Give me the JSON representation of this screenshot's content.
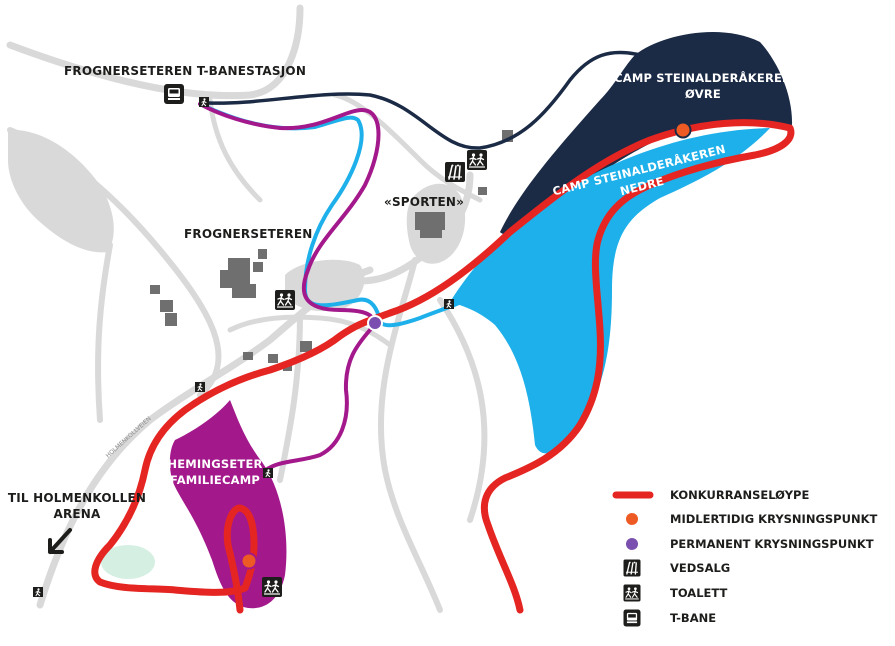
{
  "labels": {
    "station": "FROGNERSETEREN T-BANESTASJON",
    "frognerseteren": "FROGNERSETEREN",
    "sporten": "«SPORTEN»",
    "camp_ovre_line1": "CAMP STEINALDERÅKEREN",
    "camp_ovre_line2": "ØVRE",
    "camp_nedre_line1": "CAMP STEINALDERÅKEREN",
    "camp_nedre_line2": "NEDRE",
    "hemingseter_line1": "HEMINGSETER",
    "hemingseter_line2": "FAMILIECAMP",
    "holmenkollen_line1": "TIL HOLMENKOLLEN",
    "holmenkollen_line2": "ARENA",
    "road_name": "HOLMENKOLLVEIEN"
  },
  "legend": [
    {
      "symbol": "race-line",
      "label": "KONKURRANSELØYPE"
    },
    {
      "symbol": "orange-dot",
      "label": "MIDLERTIDIG KRYSNINGSPUNKT"
    },
    {
      "symbol": "purple-dot",
      "label": "PERMANENT KRYSNINGSPUNKT"
    },
    {
      "symbol": "wood-icon",
      "label": "VEDSALG"
    },
    {
      "symbol": "toilet-icon",
      "label": "TOALETT"
    },
    {
      "symbol": "tbane-icon",
      "label": "T-BANE"
    }
  ],
  "colors": {
    "race_route": "#e52521",
    "camp_ovre": "#1b2a45",
    "camp_nedre": "#1eb0ea",
    "hemingseter": "#a3198c",
    "purple_trail": "#a3198c",
    "blue_trail": "#1eb0ea",
    "navy_trail": "#1b2a45",
    "roads": "#d9d9d9",
    "buildings": "#6f6f6f",
    "temporary_crossing": "#ee5a24",
    "permanent_crossing": "#7a4fb0",
    "green_area": "#d6efe3"
  }
}
